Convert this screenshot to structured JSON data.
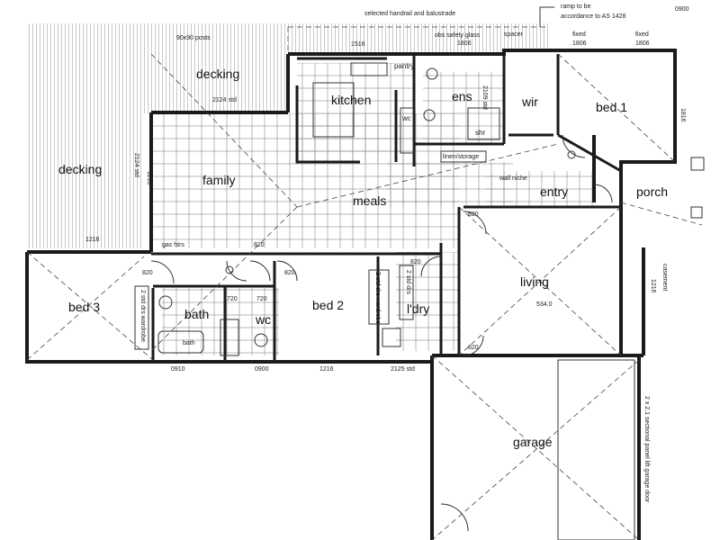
{
  "notes": {
    "handrail": "selected handrail and balustrade",
    "ramp_line1": "ramp to be",
    "ramp_line2": "accordance to AS 1428",
    "posts": "90x90 posts",
    "spacer": "spacer",
    "safety_glass": "obs safety glass",
    "fixed": "fixed",
    "gas_htrs": "gas htrs",
    "linen_storage": "linen/storage",
    "wall_niche": "wall niche",
    "robe1": "2 std drs wardrobe",
    "robe2": "2 std drs",
    "robe3": "2 std drs wardrobe",
    "bath_small": "bath",
    "casement": "casement",
    "garage_door": "2 x 2.1 sectional panel lift garage door"
  },
  "rooms": {
    "decking_top": "decking",
    "decking_left": "decking",
    "kitchen": "kitchen",
    "pantry": "pantry",
    "ens": "ens",
    "wir": "wir",
    "bed1": "bed 1",
    "family": "family",
    "meals": "meals",
    "entry": "entry",
    "porch": "porch",
    "bed3": "bed 3",
    "bath": "bath",
    "wc": "wc",
    "bed2": "bed 2",
    "ldry": "l'dry",
    "living": "living",
    "garage": "garage",
    "wc_small": "wc",
    "shr": "shr"
  },
  "dims": {
    "d1": "1516",
    "d2": "1806",
    "d3": "1806",
    "d4": "1806",
    "d5": "2124 std",
    "d6": "1216",
    "d7": "820",
    "d8": "820",
    "d9": "720",
    "d10": "720",
    "d11": "820",
    "d12": "820",
    "d13": "820",
    "d14": "820",
    "d15": "534.0",
    "d16": "1216",
    "d17": "1816",
    "d18": "0910",
    "d19": "0900",
    "d20": "1216",
    "d21": "2125 std",
    "d22": "1216",
    "d23": "2124 std",
    "d24": "2109 std",
    "d25": "0900"
  }
}
